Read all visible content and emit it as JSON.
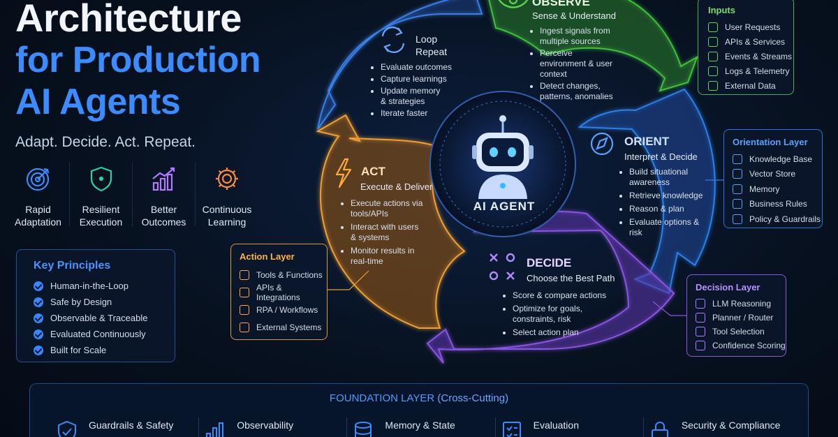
{
  "hero": {
    "title_line1": "Architecture",
    "title_line2": "for Production",
    "title_line3": "AI Agents",
    "tagline": "Adapt. Decide. Act. Repeat."
  },
  "pillars": [
    {
      "label": "Rapid Adaptation",
      "icon": "target-icon"
    },
    {
      "label": "Resilient Execution",
      "icon": "shield-icon"
    },
    {
      "label": "Better Outcomes",
      "icon": "chart-icon"
    },
    {
      "label": "Continuous Learning",
      "icon": "gear-icon"
    }
  ],
  "principles": {
    "title": "Key Principles",
    "items": [
      "Human-in-the-Loop",
      "Safe by Design",
      "Observable & Traceable",
      "Evaluated Continuously",
      "Built for Scale"
    ]
  },
  "agent": {
    "label": "AI AGENT"
  },
  "cycle": {
    "observe": {
      "title": "OBSERVE",
      "subtitle": "Sense & Understand",
      "bullets": [
        "Ingest signals from multiple sources",
        "Perceive environment & user context",
        "Detect changes, patterns, anomalies"
      ]
    },
    "orient": {
      "title": "ORIENT",
      "subtitle": "Interpret & Decide",
      "bullets": [
        "Build situational awareness",
        "Retrieve knowledge",
        "Reason & plan",
        "Evaluate options & risk"
      ]
    },
    "decide": {
      "title": "DECIDE",
      "subtitle": "Choose the Best Path",
      "bullets": [
        "Score & compare actions",
        "Optimize for goals, constraints, risk",
        "Select action plan"
      ]
    },
    "act": {
      "title": "ACT",
      "subtitle": "Execute & Deliver",
      "bullets": [
        "Execute actions via tools/APIs",
        "Interact with users & systems",
        "Monitor results in real-time"
      ]
    },
    "loop": {
      "title": "Loop Repeat",
      "bullets": [
        "Evaluate outcomes",
        "Capture learnings",
        "Update memory & strategies",
        "Iterate faster"
      ]
    }
  },
  "inputs": {
    "title": "Inputs",
    "items": [
      "User Requests",
      "APIs & Services",
      "Events & Streams",
      "Logs & Telemetry",
      "External Data"
    ]
  },
  "orientation_layer": {
    "title": "Orientation Layer",
    "items": [
      "Knowledge Base",
      "Vector Store",
      "Memory",
      "Business Rules",
      "Policy & Guardrails"
    ]
  },
  "decision_layer": {
    "title": "Decision Layer",
    "items": [
      "LLM Reasoning",
      "Planner / Router",
      "Tool Selection",
      "Confidence Scoring"
    ]
  },
  "action_layer": {
    "title": "Action Layer",
    "items": [
      "Tools & Functions",
      "APIs & Integrations",
      "RPA / Workflows",
      "External Systems"
    ]
  },
  "foundation": {
    "title": "FOUNDATION LAYER",
    "subtitle": "(Cross-Cutting)",
    "items": [
      "Guardrails & Safety",
      "Observability",
      "Memory & State",
      "Evaluation",
      "Security & Compliance"
    ]
  },
  "colors": {
    "observe": "#3fbf3a",
    "orient": "#2d7fe8",
    "decide": "#8a55e0",
    "act": "#f0a030",
    "loop": "#3a7ee6"
  }
}
